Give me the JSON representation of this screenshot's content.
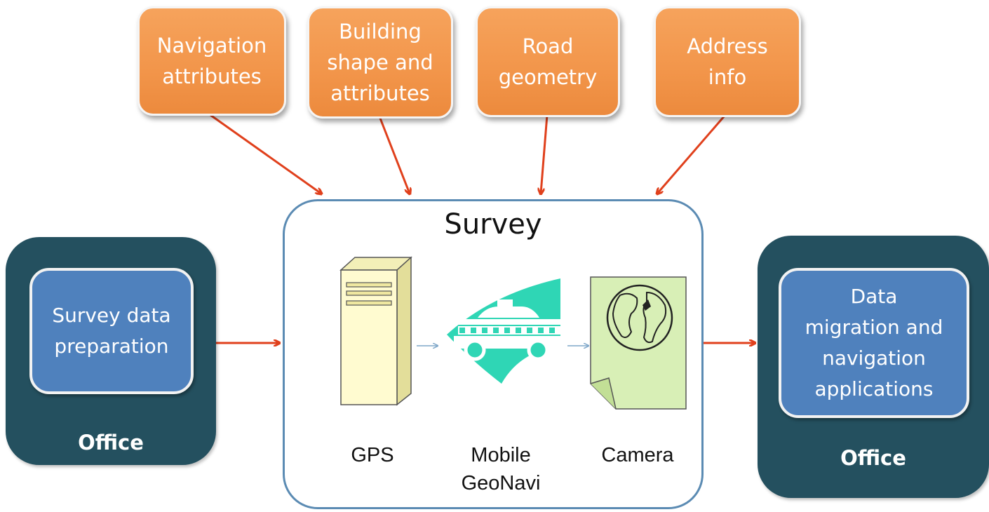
{
  "inputs": {
    "navigation": "Navigation\nattributes",
    "building": "Building\nshape and\nattributes",
    "road": "Road\ngeometry",
    "address": "Address\ninfo"
  },
  "survey": {
    "title": "Survey",
    "devices": {
      "gps": "GPS",
      "mobile": "Mobile\nGeoNavi",
      "camera": "Camera"
    }
  },
  "office_left": {
    "task": "Survey data\npreparation",
    "label": "Office"
  },
  "office_right": {
    "task": "Data\nmigration and\nnavigation\napplications",
    "label": "Office"
  },
  "colors": {
    "input_box": "#f2954a",
    "office_outer": "#24505f",
    "office_inner": "#4f81bd",
    "survey_border": "#5b8bb3",
    "arrow_main": "#e0401c",
    "arrow_inner": "#7fa7c9",
    "gps_fill": "#fffbd0",
    "mobile_fill": "#2fd6b5",
    "camera_fill": "#d8efb6"
  },
  "icons": {
    "gps": "server-tower-icon",
    "mobile": "taxi-car-icon",
    "camera": "globe-document-icon"
  }
}
